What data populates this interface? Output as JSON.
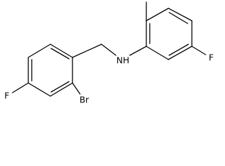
{
  "molecule": {
    "atoms": {
      "fluorine_left": "F",
      "bromine": "Br",
      "amine": "NH",
      "fluorine_right": "F"
    }
  }
}
